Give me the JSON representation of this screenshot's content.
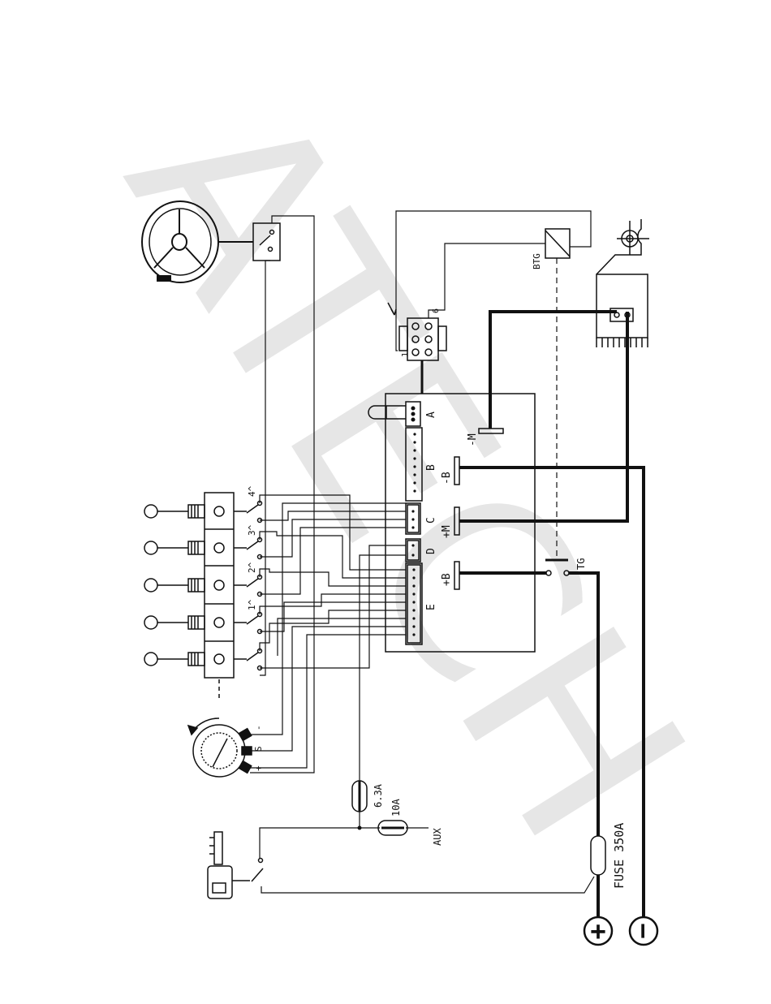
{
  "watermark": "ATECH",
  "connectors": {
    "a": "A",
    "b": "B",
    "c": "C",
    "d": "D",
    "e": "E"
  },
  "terminals": {
    "minus_m": "-M",
    "minus_b": "-B",
    "plus_m": "+M",
    "plus_b": "+B",
    "tg": "TG"
  },
  "sensor": {
    "btg": "BTG"
  },
  "plug": {
    "pin_1": "1",
    "pin_6": "6"
  },
  "switch_positions": [
    "4^",
    "3^",
    "2^",
    "1^"
  ],
  "potentiometer": {
    "minus": "-",
    "wiper": "S",
    "plus": "+"
  },
  "fuses": {
    "f63": "6.3A",
    "f10": "10A",
    "aux": "AUX",
    "main": "FUSE 350A"
  },
  "battery": {
    "positive": "+",
    "negative": "−"
  },
  "colors": {
    "line": "#111111",
    "watermark": "#e6e6e6"
  }
}
